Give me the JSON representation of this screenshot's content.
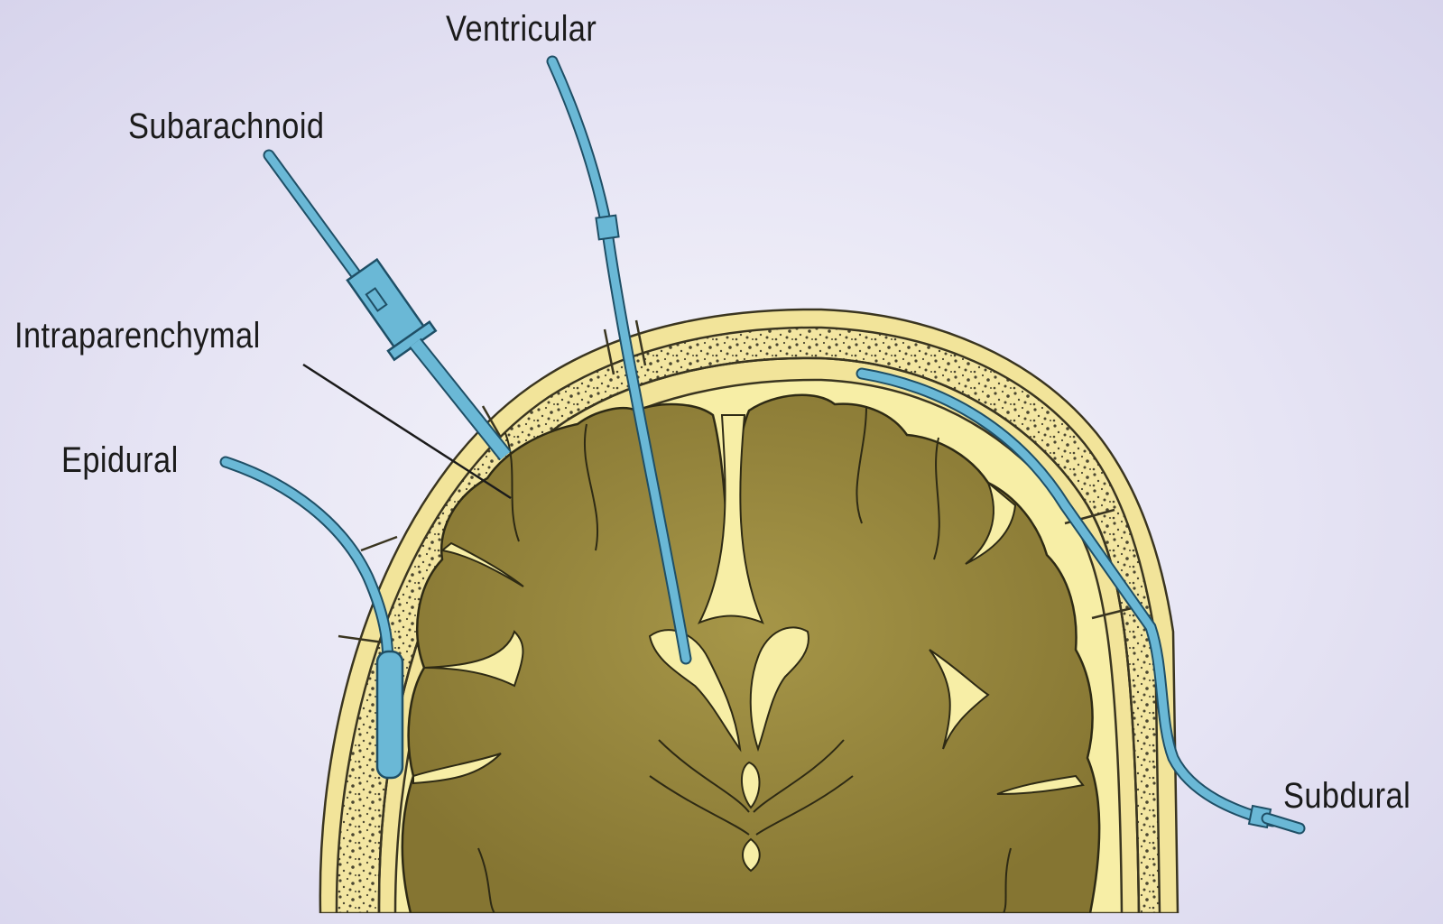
{
  "labels": {
    "ventricular": "Ventricular",
    "subarachnoid": "Subarachnoid",
    "intraparenchymal": "Intraparenchymal",
    "epidural": "Epidural",
    "subdural": "Subdural"
  },
  "colors": {
    "background": "#e4e2f3",
    "skull": "#f2e49a",
    "skull_outline": "#3a3520",
    "bone_speckle": "#4a4630",
    "brain": "#8c7d33",
    "brain_light": "#a69648",
    "csf_space": "#f7eea6",
    "catheter": "#6ab8d6",
    "catheter_outline": "#1f4f66"
  }
}
